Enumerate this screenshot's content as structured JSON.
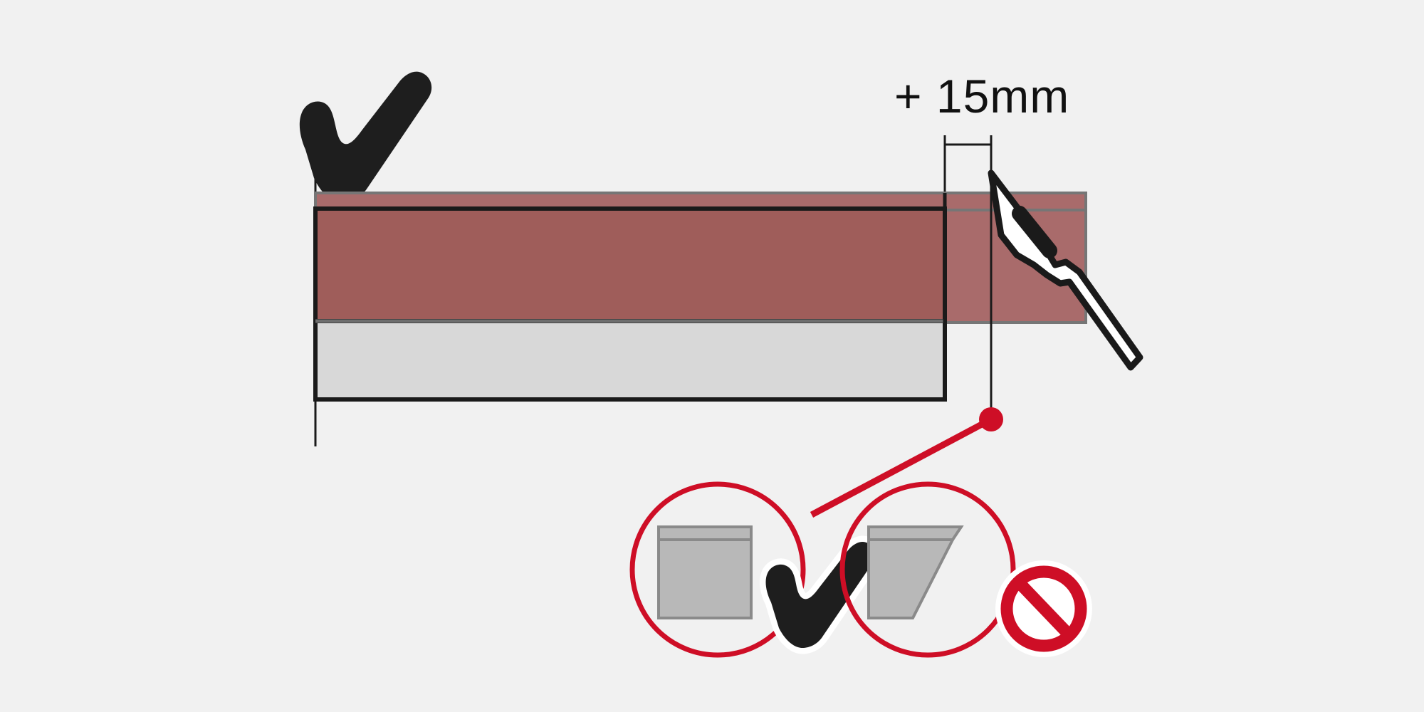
{
  "diagram": {
    "title": "Panel trimming instruction",
    "background_color": "#f1f1f1",
    "dimension": {
      "label": "+ 15mm",
      "value": 15,
      "unit": "mm",
      "sign": "+"
    },
    "colors": {
      "background": "#f1f1f1",
      "panel_core": "#d8d8d8",
      "panel_surface_red": "#9f5d5a",
      "panel_overhang_red": "#a96b6b",
      "panel_outline": "#1a1a1a",
      "panel_overhang_outline": "#767676",
      "accent_red": "#ce0e26",
      "detail_fill_gray": "#b8b8b8",
      "detail_edge_gray": "#8a8a8a",
      "check_black": "#1e1e1e",
      "blade_white": "#ffffff"
    },
    "markers": {
      "top_check_label": "check-mark-correct-edge",
      "detail_good_label": "check-mark-good-cut",
      "detail_bad_label": "prohibited-angled-cut"
    },
    "annotations": {
      "knife": "craft-knife-blade",
      "callout_dot": "callout-origin-dot",
      "leader_line": "callout-leader-line",
      "detail_good_caption": "",
      "detail_bad_caption": ""
    },
    "details": [
      {
        "name": "detail-good-perpendicular-cut",
        "verdict": "approved",
        "shape": "rectangle",
        "symbol": "check"
      },
      {
        "name": "detail-bad-angled-cut",
        "verdict": "forbidden",
        "shape": "trapezoid",
        "symbol": "prohibition"
      }
    ]
  }
}
